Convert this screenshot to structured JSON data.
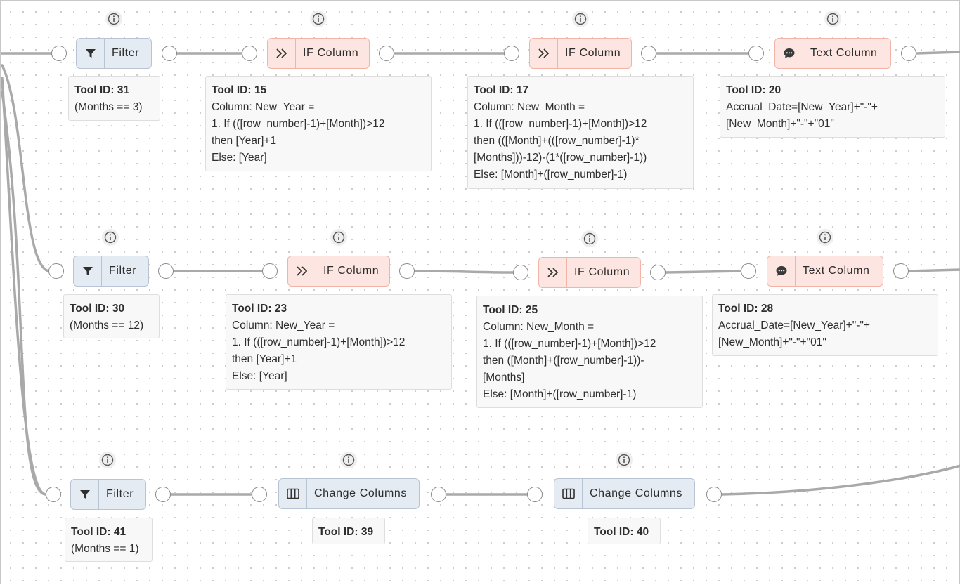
{
  "colors": {
    "filter_node": "#e5ebf3",
    "formula_node": "#fde6e1",
    "wire": "#a9a9aa",
    "icon": "#3a3a3a"
  },
  "nodes": {
    "filter_31": {
      "label": "Filter",
      "icon": "funnel-icon"
    },
    "if_15": {
      "label": "IF Column",
      "icon": "double-chevron-icon"
    },
    "if_17": {
      "label": "IF Column",
      "icon": "double-chevron-icon"
    },
    "text_20": {
      "label": "Text Column",
      "icon": "chat-bubble-icon"
    },
    "filter_30": {
      "label": "Filter",
      "icon": "funnel-icon"
    },
    "if_23": {
      "label": "IF Column",
      "icon": "double-chevron-icon"
    },
    "if_25": {
      "label": "IF Column",
      "icon": "double-chevron-icon"
    },
    "text_28": {
      "label": "Text Column",
      "icon": "chat-bubble-icon"
    },
    "filter_41": {
      "label": "Filter",
      "icon": "funnel-icon"
    },
    "change_39": {
      "label": "Change Columns",
      "icon": "columns-icon"
    },
    "change_40": {
      "label": "Change Columns",
      "icon": "columns-icon"
    }
  },
  "notes": {
    "n31": {
      "id": "Tool ID: 31",
      "lines": [
        "(Months == 3)"
      ]
    },
    "n15": {
      "id": "Tool ID: 15",
      "lines": [
        "Column: New_Year =",
        "1. If (([row_number]-1)+[Month])>12",
        "then [Year]+1",
        "Else: [Year]"
      ]
    },
    "n17": {
      "id": "Tool ID: 17",
      "lines": [
        "Column: New_Month =",
        "1. If (([row_number]-1)+[Month])>12",
        "then (([Month]+(([row_number]-1)*",
        "[Months]))-12)-(1*([row_number]-1))",
        "Else: [Month]+([row_number]-1)"
      ]
    },
    "n20": {
      "id": "Tool ID: 20",
      "lines": [
        "Accrual_Date=[New_Year]+\"-\"+",
        "[New_Month]+\"-\"+\"01\""
      ]
    },
    "n30": {
      "id": "Tool ID: 30",
      "lines": [
        "(Months == 12)"
      ]
    },
    "n23": {
      "id": "Tool ID: 23",
      "lines": [
        "Column: New_Year =",
        "1. If (([row_number]-1)+[Month])>12",
        "then [Year]+1",
        "Else: [Year]"
      ]
    },
    "n25": {
      "id": "Tool ID: 25",
      "lines": [
        "Column: New_Month =",
        "1. If (([row_number]-1)+[Month])>12",
        "then ([Month]+([row_number]-1))-",
        "[Months]",
        "Else: [Month]+([row_number]-1)"
      ]
    },
    "n28": {
      "id": "Tool ID: 28",
      "lines": [
        "Accrual_Date=[New_Year]+\"-\"+",
        "[New_Month]+\"-\"+\"01\""
      ]
    },
    "n41": {
      "id": "Tool ID: 41",
      "lines": [
        "(Months == 1)"
      ]
    },
    "n39": {
      "id": "Tool ID: 39",
      "lines": []
    },
    "n40": {
      "id": "Tool ID: 40",
      "lines": []
    }
  }
}
